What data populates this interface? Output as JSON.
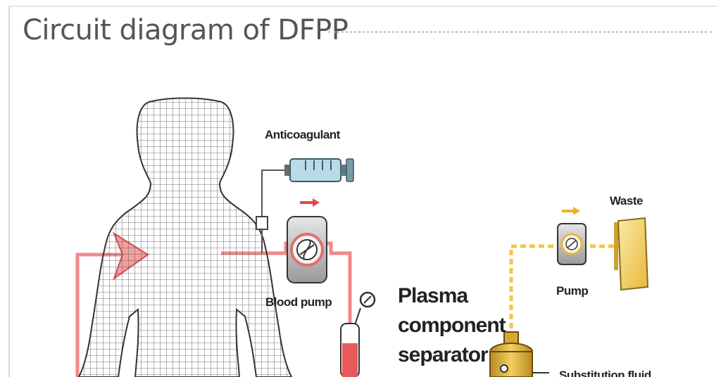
{
  "title": "Circuit diagram of DFPP",
  "labels": {
    "anticoagulant": "Anticoagulant",
    "blood_pump": "Blood pump",
    "waste": "Waste",
    "pump": "Pump",
    "separator_line1": "Plasma",
    "separator_line2": "component",
    "separator_line3": "separator",
    "substitution_fluid": "Substitution fluid"
  },
  "colors": {
    "blood_line": "#f08a88",
    "plasma_line": "#f3c64a",
    "syringe": "#b9dbe8",
    "waste_bag": "#f6d46a",
    "separator": "#e3b43a",
    "title_text": "#555555"
  }
}
